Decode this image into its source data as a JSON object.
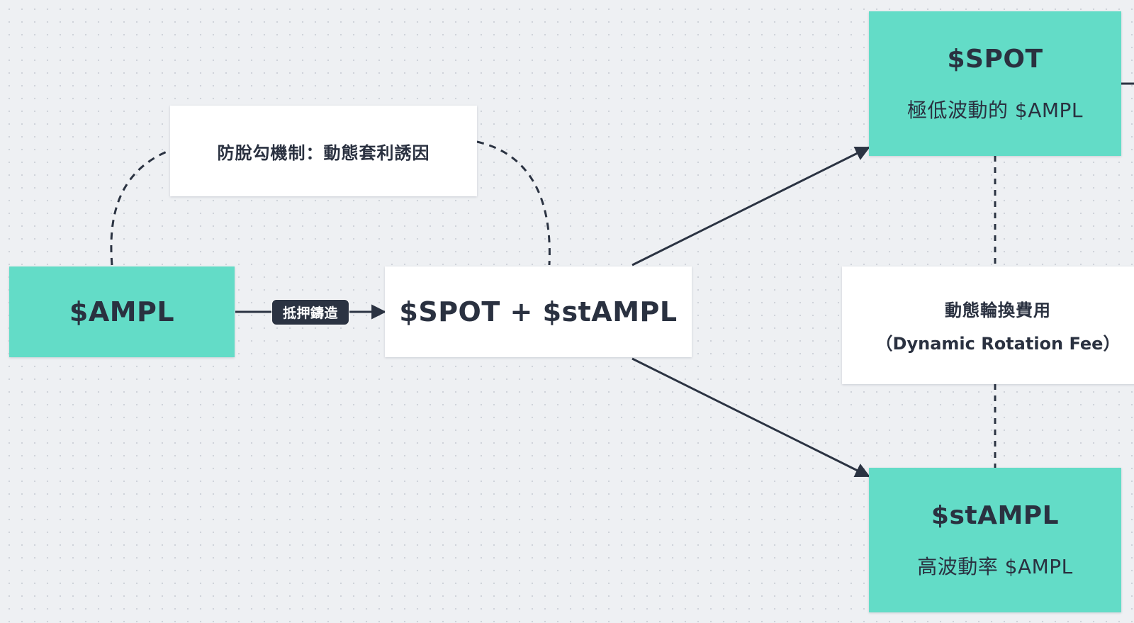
{
  "nodes": {
    "ampl": {
      "label": "$AMPL"
    },
    "spot_stampl": {
      "label": "$SPOT + $stAMPL"
    },
    "peg_mechanism": {
      "label": "防脫勾機制：動態套利誘因"
    },
    "spot": {
      "title": "$SPOT",
      "subtitle": "極低波動的 $AMPL"
    },
    "stampl": {
      "title": "$stAMPL",
      "subtitle": "高波動率 $AMPL"
    },
    "rotation_fee": {
      "line1": "動態輪換費用",
      "line2": "（Dynamic Rotation Fee）"
    }
  },
  "edges": {
    "mint_label": "抵押鑄造"
  },
  "colors": {
    "teal": "#63dcc7",
    "white_box": "#ffffff",
    "line": "#2b3342",
    "text": "#2a3140",
    "canvas": "#eef0f3"
  }
}
